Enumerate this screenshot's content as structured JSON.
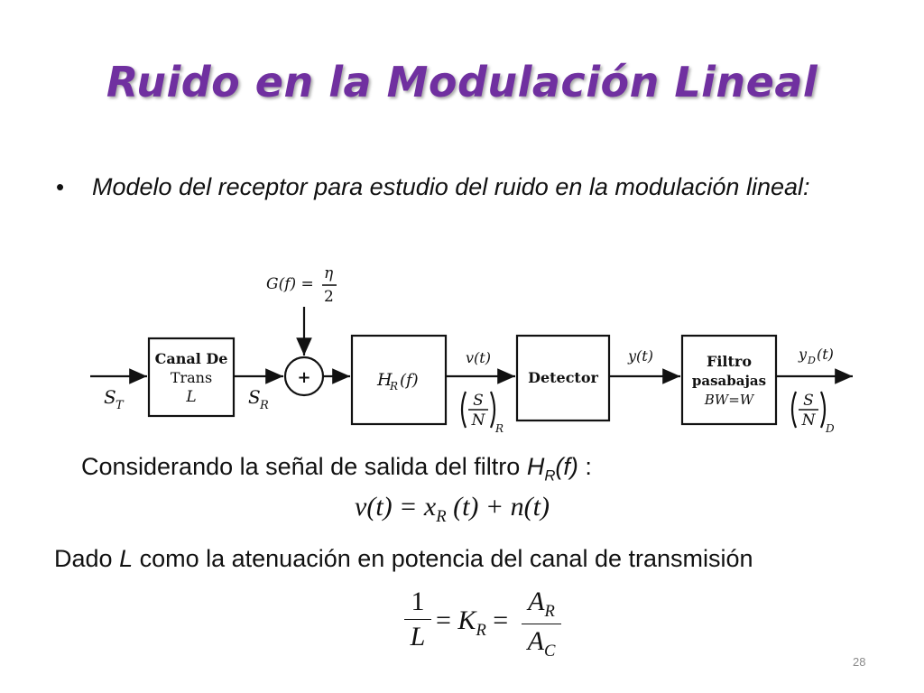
{
  "title": "Ruido en la Modulación Lineal",
  "bullet": {
    "symbol": "•",
    "text": "Modelo del receptor para estudio del ruido en la modulación lineal:"
  },
  "diagram": {
    "noise_label_lhs": "G(f) =",
    "noise_num": "η",
    "noise_den": "2",
    "input_label": "S",
    "input_sub": "T",
    "channel_block": [
      "Canal De",
      "Trans",
      "L"
    ],
    "channel_out_label": "S",
    "channel_out_sub": "R",
    "adder": "+",
    "filter_block": "H",
    "filter_sub": "R",
    "filter_arg": "(f)",
    "v_label": "v(t)",
    "snr_in_num": "S",
    "snr_in_den": "N",
    "snr_in_sub": "R",
    "detector_block": "Detector",
    "y_label": "y(t)",
    "lpf_block": [
      "Filtro",
      "pasabajas",
      "BW=W"
    ],
    "out_label": "y",
    "out_sub": "D",
    "out_arg": "(t)",
    "snr_out_num": "S",
    "snr_out_den": "N",
    "snr_out_sub": "D"
  },
  "line1": {
    "text": "Considerando la señal de salida del filtro ",
    "h": "H",
    "h_sub": "R",
    "h_arg": "(f)",
    "tail": " :"
  },
  "equation1": {
    "v": "ν",
    "t1": "(t) = ",
    "x": "x",
    "x_sub": "R",
    "t2": " (t) + ",
    "n": "n",
    "t3": "(t)"
  },
  "line2": {
    "pre": "Dado ",
    "L": "L",
    "post": " como la atenuación en potencia del canal de transmisión"
  },
  "equation2": {
    "num1": "1",
    "den1": "L",
    "eq": "=",
    "K": "K",
    "K_sub": "R",
    "num2": "A",
    "num2_sub": "R",
    "den2": "A",
    "den2_sub": "C"
  },
  "page_number": "28",
  "colors": {
    "title": "#7030a0",
    "text": "#111111",
    "page_number": "#8a8a8a"
  }
}
